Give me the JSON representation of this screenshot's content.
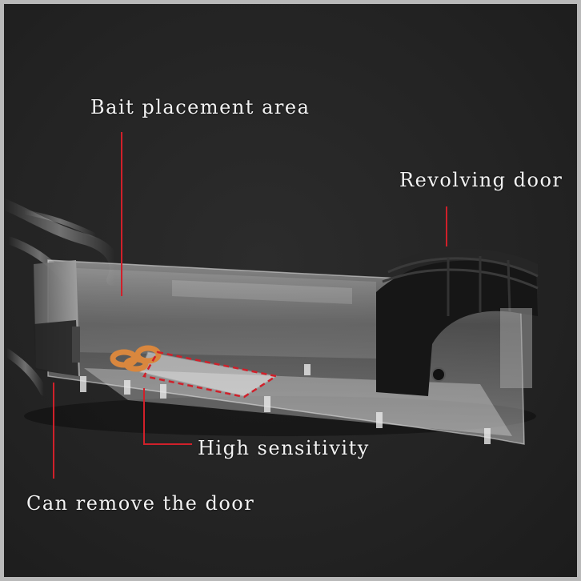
{
  "colors": {
    "background": "#242424",
    "frame": "#b9b9b9",
    "callout_line": "#d0202a",
    "label_text": "#f3f3f3",
    "door": "#161616",
    "bait": "#d9873e"
  },
  "labels": {
    "bait_placement": "Bait placement area",
    "revolving_door": "Revolving door",
    "high_sensitivity": "High sensitivity",
    "remove_door": "Can remove the door"
  }
}
